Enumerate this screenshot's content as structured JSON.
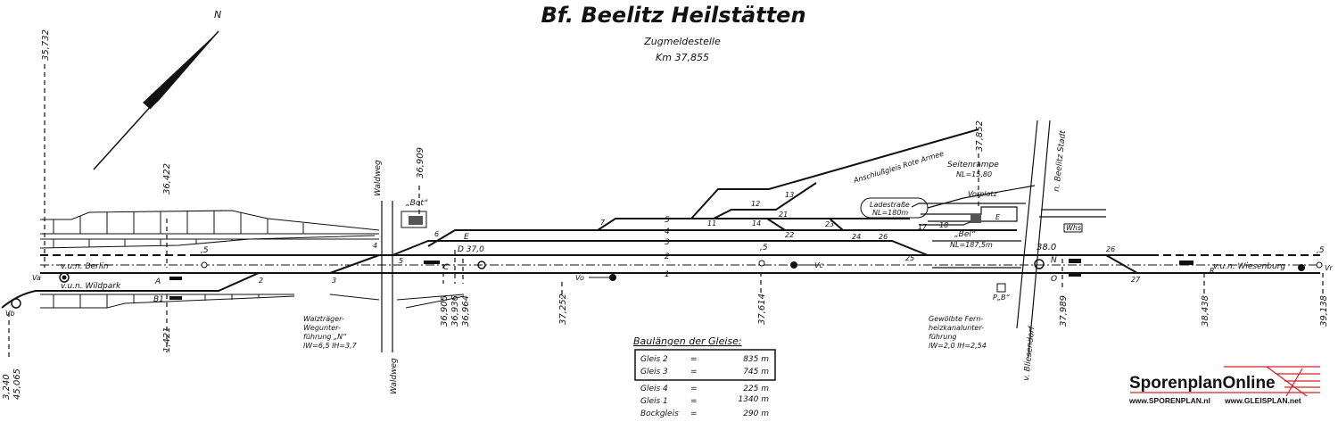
{
  "header": {
    "title": "Bf. Beelitz Heilstätten",
    "subtitle": "Zugmeldestelle",
    "km": "Km 37,855"
  },
  "north_label": "N",
  "km_markers": {
    "k35732": "35,732",
    "k36422": "36,422",
    "k1421": "1,421",
    "k3240": "3,240",
    "k45065": "45,065",
    "k36909": "36,909",
    "k36905": "36,905",
    "k36936": "36,936",
    "k36964": "36,964",
    "k37252": "37,252",
    "k37614": "37,614",
    "k37852": "37,852",
    "k37989": "37,989",
    "k38438": "38,438",
    "k39138": "39,138",
    "k380": "38.0"
  },
  "lines": {
    "berlin": "v.u.n. Berlin",
    "wildpark": "v.u.n. Wildpark",
    "wiesenburg": "v.u.n. Wiesenburg",
    "siding": "Anschlußgleis Rote Armee"
  },
  "roads": {
    "waldweg_top": "Waldweg",
    "waldweg_bottom": "Waldweg",
    "beelitz_stadt": "n. Beelitz Stadt",
    "bliesendorf": "v. Bliesendorf"
  },
  "structures": {
    "bot": "„Bot“",
    "bel": "„Bel“",
    "bel_nl": "NL=187,5m",
    "seitenrampe": "Seitenrampe",
    "seitenrampe_nl": "NL=15,80",
    "vorplatz": "Vorplatz",
    "ladestrasse": "Ladestraße",
    "ladestrasse_nl": "NL=180m",
    "whs": "Whs",
    "pb": "P„B“",
    "e_building": "E",
    "underpass_n": [
      "Walzträger-",
      "Wegunter-",
      "führung „N“",
      "lW=6,5  lH=3,7"
    ],
    "underpass_fern": [
      "Gewölbte Fern-",
      "heizkanalunter-",
      "führung",
      "lW=2,0  lH=2,54"
    ]
  },
  "signals": {
    "va_left": "Va",
    "vb": "Vb",
    "a": "A",
    "b": "B1",
    "c": "C",
    "d": "D 37,0",
    "e": "E",
    "vo": "Vo",
    "vc": "Vc",
    "n": "N",
    "o": "O",
    "vr": "Vr",
    "r": "R"
  },
  "track_numbers": {
    "t1": "1",
    "t2": "2",
    "t3": "3",
    "t4": "4",
    "t5": "5",
    "t5b": ",5",
    "t5left": ",5",
    "t5right": ",5"
  },
  "switches": [
    "2",
    "3",
    "4",
    "5",
    "6",
    "7",
    "11",
    "12",
    "13",
    "14",
    "17",
    "18",
    "21",
    "22",
    "23",
    "24",
    "25",
    "26",
    "26",
    "27"
  ],
  "lengths_table": {
    "heading": "Baulängen der Gleise:",
    "rows": [
      {
        "name": "Gleis 2",
        "eq": "=",
        "value": "835 m",
        "boxed": true
      },
      {
        "name": "Gleis 3",
        "eq": "=",
        "value": "745 m",
        "boxed": true
      },
      {
        "name": "Gleis 4",
        "eq": "=",
        "value": "225 m",
        "boxed": false
      },
      {
        "name": "Gleis 1",
        "eq": "=",
        "value": "1340 m",
        "boxed": false
      },
      {
        "name": "Bockgleis",
        "eq": "=",
        "value": "290 m",
        "boxed": false
      }
    ]
  },
  "watermark": {
    "brand": "SporenplanOnline",
    "url1": "www.SPORENPLAN.nl",
    "url2": "www.GLEISPLAN.net",
    "accent": "#d42027"
  }
}
